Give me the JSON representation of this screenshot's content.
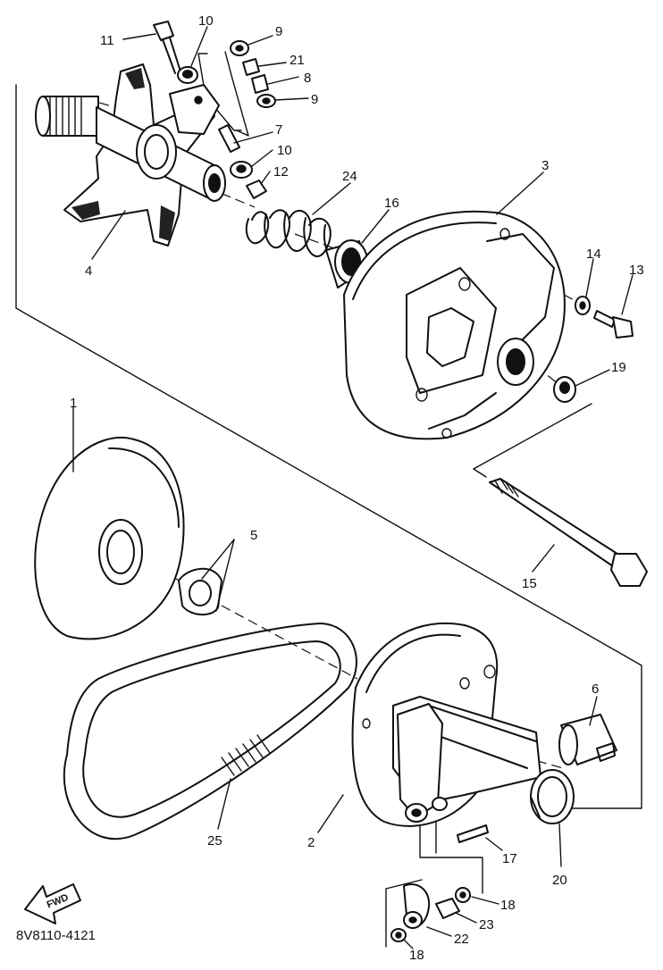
{
  "diagram": {
    "code": "8V8110-4121",
    "fwd_label": "FWD",
    "callouts": [
      {
        "id": "c11",
        "text": "11"
      },
      {
        "id": "c10a",
        "text": "10"
      },
      {
        "id": "c9a",
        "text": "9"
      },
      {
        "id": "c21",
        "text": "21"
      },
      {
        "id": "c8",
        "text": "8"
      },
      {
        "id": "c9b",
        "text": "9"
      },
      {
        "id": "c7",
        "text": "7"
      },
      {
        "id": "c10b",
        "text": "10"
      },
      {
        "id": "c12",
        "text": "12"
      },
      {
        "id": "c24",
        "text": "24"
      },
      {
        "id": "c16",
        "text": "16"
      },
      {
        "id": "c3",
        "text": "3"
      },
      {
        "id": "c4",
        "text": "4"
      },
      {
        "id": "c14",
        "text": "14"
      },
      {
        "id": "c13",
        "text": "13"
      },
      {
        "id": "c19",
        "text": "19"
      },
      {
        "id": "c1",
        "text": "1"
      },
      {
        "id": "c5",
        "text": "5"
      },
      {
        "id": "c15",
        "text": "15"
      },
      {
        "id": "c6",
        "text": "6"
      },
      {
        "id": "c25",
        "text": "25"
      },
      {
        "id": "c2",
        "text": "2"
      },
      {
        "id": "c17",
        "text": "17"
      },
      {
        "id": "c20",
        "text": "20"
      },
      {
        "id": "c18a",
        "text": "18"
      },
      {
        "id": "c23",
        "text": "23"
      },
      {
        "id": "c22",
        "text": "22"
      },
      {
        "id": "c18b",
        "text": "18"
      }
    ]
  }
}
